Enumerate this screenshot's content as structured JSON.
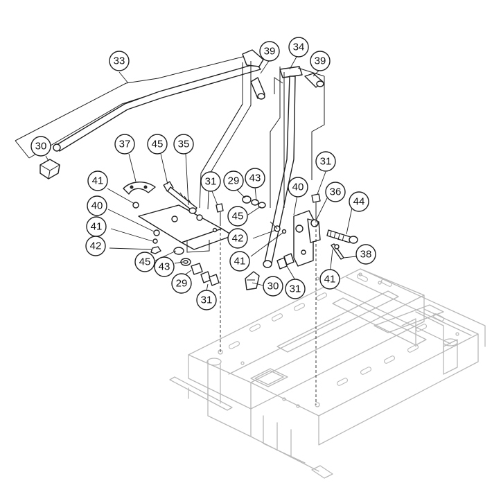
{
  "callouts": [
    {
      "id": "c33a",
      "label": "33"
    },
    {
      "id": "c39a",
      "label": "39"
    },
    {
      "id": "c34",
      "label": "34"
    },
    {
      "id": "c39b",
      "label": "39"
    },
    {
      "id": "c30a",
      "label": "30"
    },
    {
      "id": "c37",
      "label": "37"
    },
    {
      "id": "c45a",
      "label": "45"
    },
    {
      "id": "c35",
      "label": "35"
    },
    {
      "id": "c31a",
      "label": "31"
    },
    {
      "id": "c29a",
      "label": "29"
    },
    {
      "id": "c43a",
      "label": "43"
    },
    {
      "id": "c31b",
      "label": "31"
    },
    {
      "id": "c41a",
      "label": "41"
    },
    {
      "id": "c40a",
      "label": "40"
    },
    {
      "id": "c45b",
      "label": "45"
    },
    {
      "id": "c40b",
      "label": "40"
    },
    {
      "id": "c36",
      "label": "36"
    },
    {
      "id": "c44",
      "label": "44"
    },
    {
      "id": "c41b",
      "label": "41"
    },
    {
      "id": "c42a",
      "label": "42"
    },
    {
      "id": "c42b",
      "label": "42"
    },
    {
      "id": "c41c",
      "label": "41"
    },
    {
      "id": "c38",
      "label": "38"
    },
    {
      "id": "c45c",
      "label": "45"
    },
    {
      "id": "c43b",
      "label": "43"
    },
    {
      "id": "c29b",
      "label": "29"
    },
    {
      "id": "c30b",
      "label": "30"
    },
    {
      "id": "c31c",
      "label": "31"
    },
    {
      "id": "c41d",
      "label": "41"
    },
    {
      "id": "c31d",
      "label": "31"
    }
  ]
}
